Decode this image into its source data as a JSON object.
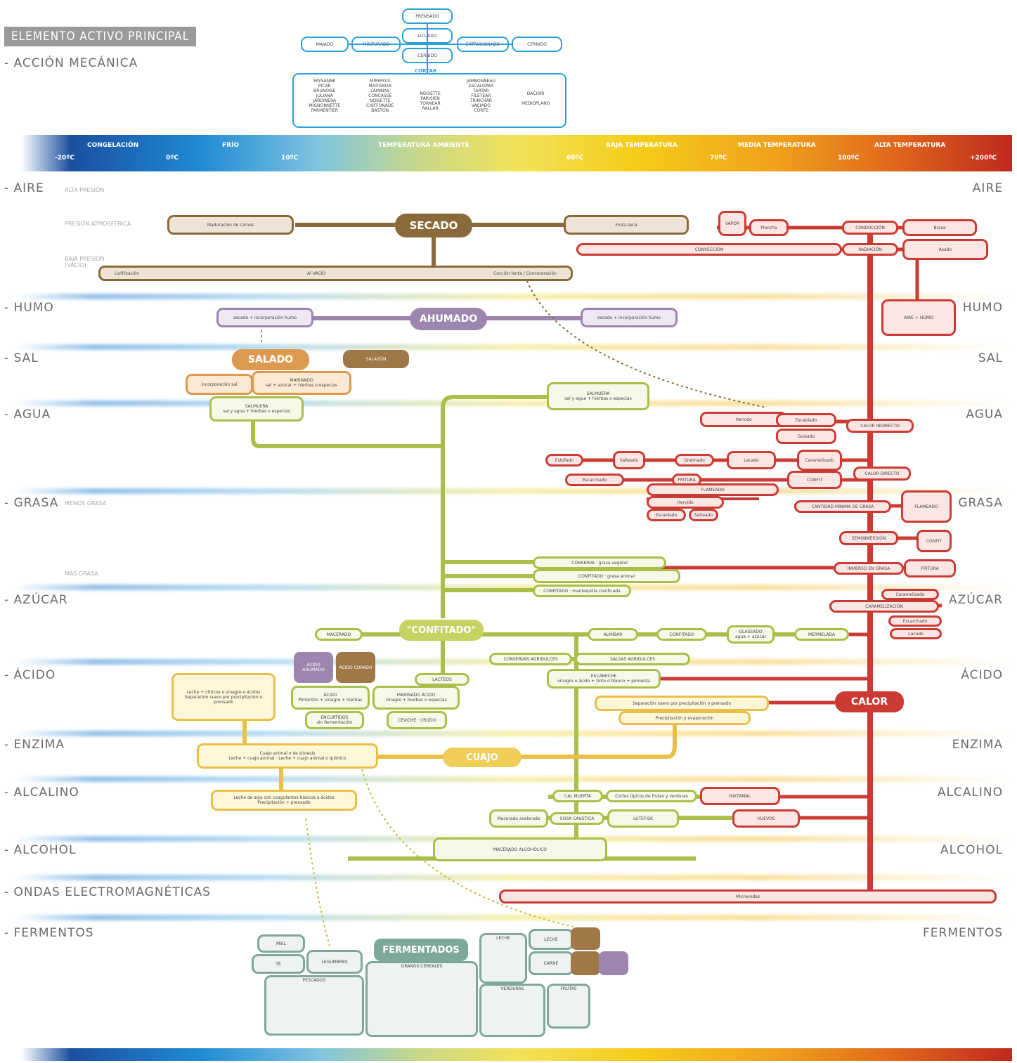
{
  "header": {
    "title": "ELEMENTO ACTIVO PRINCIPAL",
    "mechanical": "- ACCIÓN MECÁNICA"
  },
  "mechanical": {
    "prensado": "PRENSADO",
    "licuado": "LICUADO",
    "majado": "MAJADO",
    "molturado": "MOLTURADO",
    "extrusionado": "EXTRUSIONADO",
    "cernido": "CERNIDO",
    "tamizado": "CERNIDO",
    "cortar": "CORTAR",
    "cut_col1": "PAYSANNE\nPICAR\nBRUNOISE\nJULIANA\nJARDINERA\nMIGNONNETTE\nPARMENTIER",
    "cut_col2": "MIREPOIX\nMATIGNON\nLÁMINAS\nCONCASSÉ\nNOISETTE\nCHIFFONADE\nBASTÓN",
    "cut_col3": "NOISETTE\nPARISIEN\nTORNEAR\nRALLAR",
    "cut_col4": "JAMBONNEAU\nESCALOPAR\nTARTAR\nFILETEAR\nTRINCHAR\nVACIADO\nCORTE",
    "cut_col5a": "DACHIRI",
    "cut_col5b": "MEDIOPLANO"
  },
  "temperature": {
    "labels": [
      "CONGELACIÓN",
      "FRÍO",
      "TEMPERATURA AMBIENTE",
      "BAJA TEMPERATURA",
      "MEDIA TEMPERATURA",
      "ALTA TEMPERATURA"
    ],
    "ticks": [
      "-20ºC",
      "0ºC",
      "10ºC",
      "60ºC",
      "70ºC",
      "100ºC",
      "+200ºC"
    ]
  },
  "rows": {
    "aire": "- AIRE",
    "aire_r": "AIRE",
    "humo": "- HUMO",
    "humo_r": "HUMO",
    "sal": "- SAL",
    "sal_r": "SAL",
    "agua": "- AGUA",
    "agua_r": "AGUA",
    "grasa": "- GRASA",
    "grasa_r": "GRASA",
    "azucar": "- AZÚCAR",
    "azucar_r": "AZÚCAR",
    "acido": "- ÁCIDO",
    "acido_r": "ÁCIDO",
    "enzima": "- ENZIMA",
    "enzima_r": "ENZIMA",
    "alcalino": "- ALCALINO",
    "alcalino_r": "ALCALINO",
    "alcohol": "- ALCOHOL",
    "alcohol_r": "ALCOHOL",
    "ondas": "- ONDAS ELECTROMAGNÉTICAS",
    "fermentos": "- FERMENTOS",
    "fermentos_r": "FERMENTOS"
  },
  "sublabels": {
    "alta_presion": "ALTA PRESIÓN",
    "presion_atm": "PRESIÓN ATMOSFÉRICA",
    "baja_presion": "BAJA PRESIÓN (VACÍO)",
    "menos_grasa": "MENOS GRASA",
    "mas_grasa": "MÁS GRASA"
  },
  "nodes": {
    "secado": "SECADO",
    "ahumado": "AHUMADO",
    "salado": "SALADO",
    "confitado": "\"CONFITADO\"",
    "cuajo": "CUAJO",
    "calor": "CALOR",
    "fermentados": "FERMENTADOS"
  },
  "secado": {
    "maduracion": "Maduración de carnes",
    "fruta": "Fruta seca",
    "liofilizacion": "Liofilización",
    "vacio": "Al VACÍO",
    "coccion": "Cocción lenta / Concentración"
  },
  "ahumado": {
    "left": "secado + incorporación humo",
    "right": "secado + incorporación humo"
  },
  "salado": {
    "salazon": "SALAZÓN",
    "incorporacion": "incorporación sal",
    "marinado": "MARINADO\nsal + azúcar + hierbas o especias",
    "salmuera": "SALMUERA\nsal y agua + hierbas o especias"
  },
  "green": {
    "salmuera": "SALMUERA\nsal y agua + hierbas o especias",
    "conserva1": "CONSERVA · grasa vegetal",
    "confitado1": "CONFITADO · grasa animal",
    "confitado2": "CONFITADO · mantequilla clarificada",
    "macerado": "MACERADO",
    "almibar": "ALMÍBAR",
    "confitado3": "CONFITADO",
    "glaseado": "GLASEADO\nagua + azúcar",
    "mermelada": "MERMELADA",
    "conservas_agridulces": "CONSERVAS AGRIDULCES",
    "salsas_agridulces": "SALSAS AGRIDULCES",
    "escabeche": "ESCABECHE\nvinagre o ácido + tinto o blanco + pimienta",
    "acido_ahumado": "ÁCIDO AHUMADO",
    "acido_curado": "ÁCIDO CURADO",
    "lacteo": "LÁCTEOS",
    "acido_box": "ÁCIDO\nPimentón + vinagre + hierbas",
    "marinado_acido": "MARINADO ÁCIDO\nvinagre + hierbas o especias",
    "encurtido": "ENCURTIDOS\nsin fermentación",
    "ceviche": "CEVICHE · CRUDO",
    "cal_muerta": "CAL MUERTA",
    "cal_text": "Cortes típicos de frutas y verduras",
    "nixtamal": "NIXTAMAL",
    "macerado_alcalino": "Macerado acelerado",
    "sosa": "SOSA CÁUSTICA",
    "lutefisk": "LUTEFISK",
    "huevos": "HUEVOS",
    "macerado_alcohol": "MACERADO ALCOHÓLICO"
  },
  "yellow": {
    "leche_acido": "Leche + cítricos o vinagre o ácidos\nSeparación suero por precipitación o prensado",
    "separacion": "Separación suero por precipitación o prensado",
    "precipitacion": "Precipitación y evaporación",
    "cuajo_box": "Cuajo animal o de síntesis\nLeche + cuajo animal · Leche + cuajo animal o químico",
    "soja": "Leche de soja con coagulantes básicos o ácidos\nPrecipitación + prensado"
  },
  "red": {
    "conduccion": "CONDUCCIÓN",
    "radiacion": "RADIACIÓN",
    "conveccion": "CONVECCIÓN",
    "calor_indirecto": "CALOR INDIRECTO",
    "calor_directo": "CALOR DIRECTO",
    "grasa_min": "CANTIDAD MÍNIMA DE GRASA",
    "semi": "SEMIINMERSIÓN",
    "inmerso": "INMERSO EN GRASA",
    "caramelizacion": "CARAMELIZACIÓN",
    "microondas": "Microondas",
    "vapor": "VAPOR",
    "humo_box": "AIRE + HUMO",
    "grasa_side": "FLAMEADO",
    "grasa_side2": "CONFIT",
    "fritura": "FRITURA",
    "hervido": "Hervido",
    "escaldado": "Escaldado",
    "guisado": "Guisado",
    "estofado": "Estofado",
    "salteado": "Salteado",
    "plancha": "Plancha",
    "brasa": "Brasa",
    "asado": "Asado",
    "gratinado": "Gratinado",
    "lacado": "Lacado",
    "caramelizado": "Caramelizado",
    "escarchado": "Escarchado"
  },
  "fermentos": {
    "miel": "MIEL",
    "te": "TÉ",
    "legumbres": "LEGUMBRES",
    "pescados": "PESCADOS",
    "granos": "GRANOS CEREALES",
    "leche": "LECHE",
    "verduras": "VERDURAS",
    "frutas": "FRUTAS",
    "leche_tag": "LECHE",
    "carne": "CARNE"
  }
}
